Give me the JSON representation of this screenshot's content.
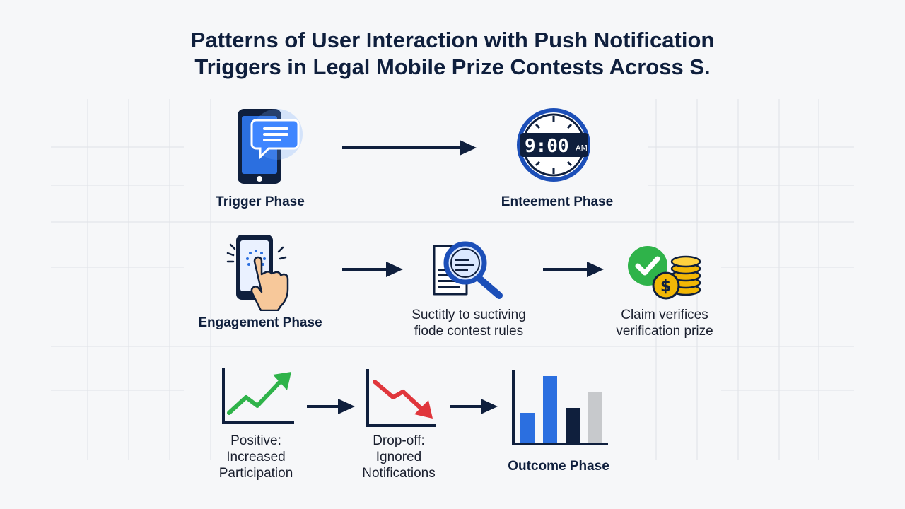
{
  "title": {
    "line1": "Patterns of User Interaction with Push Notification",
    "line2": "Triggers in Legal Mobile Prize Contests Across S."
  },
  "row1": {
    "trigger_label": "Trigger Phase",
    "clock_text": "9:00",
    "clock_suffix": "AM",
    "entitlement_label": "Enteement Phase"
  },
  "row2": {
    "engagement_label": "Engagement Phase",
    "rules_line1": "Suctitly to suctiving",
    "rules_line2": "fiode contest rules",
    "claim_line1": "Claim verifices",
    "claim_line2": "verification prize"
  },
  "row3": {
    "positive_title": "Positive:",
    "positive_line1": "Increased",
    "positive_line2": "Participation",
    "dropoff_title": "Drop-off:",
    "dropoff_line1": "Ignored",
    "dropoff_line2": "Notifications",
    "outcome_label": "Outcome Phase"
  },
  "icons": {
    "phone_message": "phone-message-icon",
    "clock": "digital-clock-icon",
    "tap_phone": "tap-phone-icon",
    "magnifier": "document-search-icon",
    "check_coins": "check-coins-icon",
    "trend_up": "trend-up-icon",
    "trend_down": "trend-down-icon",
    "bar_chart": "bar-chart-icon"
  },
  "colors": {
    "navy": "#0f1f3d",
    "blue": "#2b6fe0",
    "green": "#2fb34a",
    "red": "#e0363c",
    "gold": "#f2b705",
    "gray": "#c7c9cc"
  }
}
